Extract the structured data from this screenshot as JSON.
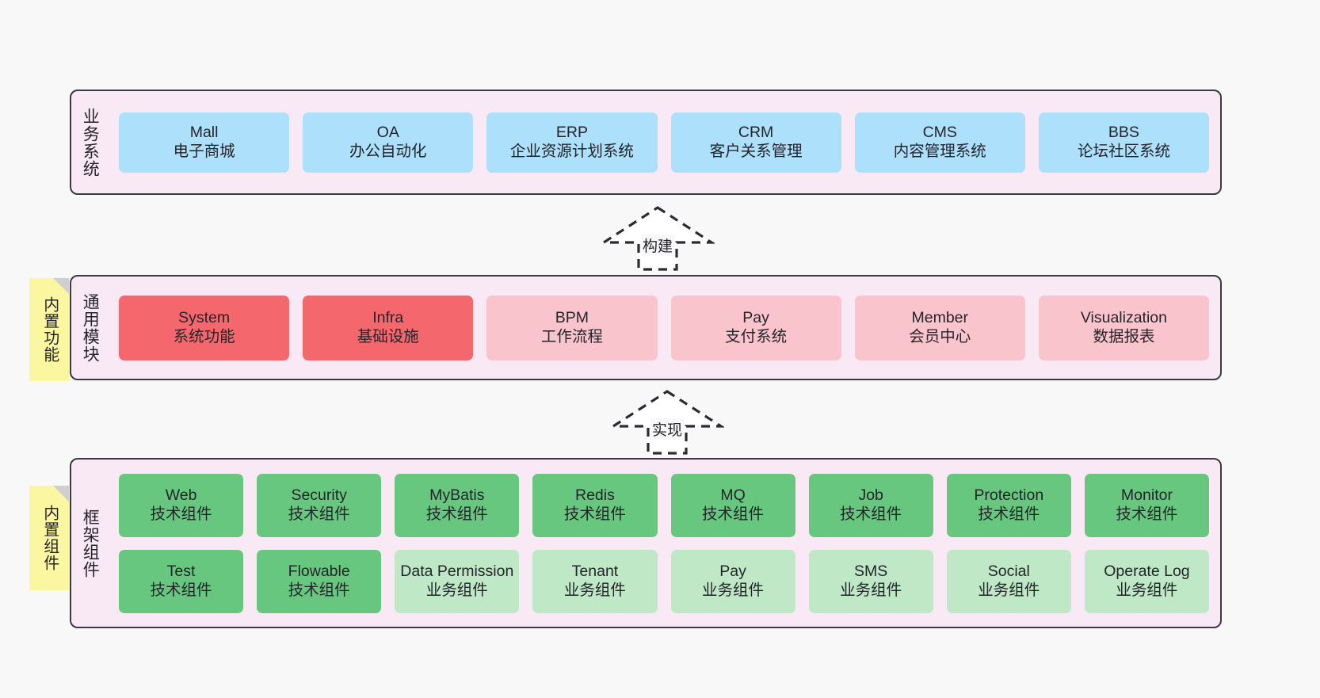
{
  "diagram": {
    "background": "#f8f8f8",
    "colors": {
      "layer_fill": "#f9e9f4",
      "layer_border": "#3a3a42",
      "business_card": "#ade0fb",
      "module_active": "#f4676d",
      "module_planned": "#fac4cd",
      "tech_component": "#68c77e",
      "biz_component": "#bfe8c6",
      "sticky_note": "#fbf7a0",
      "sticky_fold": "#cfcfcf"
    }
  },
  "layers": {
    "business": {
      "caption": "业务系统",
      "cards": [
        {
          "title": "Mall",
          "subtitle": "电子商城"
        },
        {
          "title": "OA",
          "subtitle": "办公自动化"
        },
        {
          "title": "ERP",
          "subtitle": "企业资源计划系统"
        },
        {
          "title": "CRM",
          "subtitle": "客户关系管理"
        },
        {
          "title": "CMS",
          "subtitle": "内容管理系统"
        },
        {
          "title": "BBS",
          "subtitle": "论坛社区系统"
        }
      ]
    },
    "module": {
      "caption": "通用模块",
      "sticky": "内置功能",
      "cards": [
        {
          "title": "System",
          "subtitle": "系统功能",
          "style": "active"
        },
        {
          "title": "Infra",
          "subtitle": "基础设施",
          "style": "active"
        },
        {
          "title": "BPM",
          "subtitle": "工作流程",
          "style": "planned"
        },
        {
          "title": "Pay",
          "subtitle": "支付系统",
          "style": "planned"
        },
        {
          "title": "Member",
          "subtitle": "会员中心",
          "style": "planned"
        },
        {
          "title": "Visualization",
          "subtitle": "数据报表",
          "style": "planned"
        }
      ]
    },
    "framework": {
      "caption": "框架组件",
      "sticky": "内置组件",
      "row1": [
        {
          "title": "Web",
          "subtitle": "技术组件"
        },
        {
          "title": "Security",
          "subtitle": "技术组件"
        },
        {
          "title": "MyBatis",
          "subtitle": "技术组件"
        },
        {
          "title": "Redis",
          "subtitle": "技术组件"
        },
        {
          "title": "MQ",
          "subtitle": "技术组件"
        },
        {
          "title": "Job",
          "subtitle": "技术组件"
        },
        {
          "title": "Protection",
          "subtitle": "技术组件"
        },
        {
          "title": "Monitor",
          "subtitle": "技术组件"
        }
      ],
      "row2": [
        {
          "title": "Test",
          "subtitle": "技术组件",
          "style": "tech"
        },
        {
          "title": "Flowable",
          "subtitle": "技术组件",
          "style": "tech"
        },
        {
          "title": "Data Permission",
          "subtitle": "业务组件",
          "style": "biz"
        },
        {
          "title": "Tenant",
          "subtitle": "业务组件",
          "style": "biz"
        },
        {
          "title": "Pay",
          "subtitle": "业务组件",
          "style": "biz"
        },
        {
          "title": "SMS",
          "subtitle": "业务组件",
          "style": "biz"
        },
        {
          "title": "Social",
          "subtitle": "业务组件",
          "style": "biz"
        },
        {
          "title": "Operate Log",
          "subtitle": "业务组件",
          "style": "biz"
        }
      ]
    }
  },
  "arrows": {
    "build": {
      "label": "构建"
    },
    "implement": {
      "label": "实现"
    }
  }
}
